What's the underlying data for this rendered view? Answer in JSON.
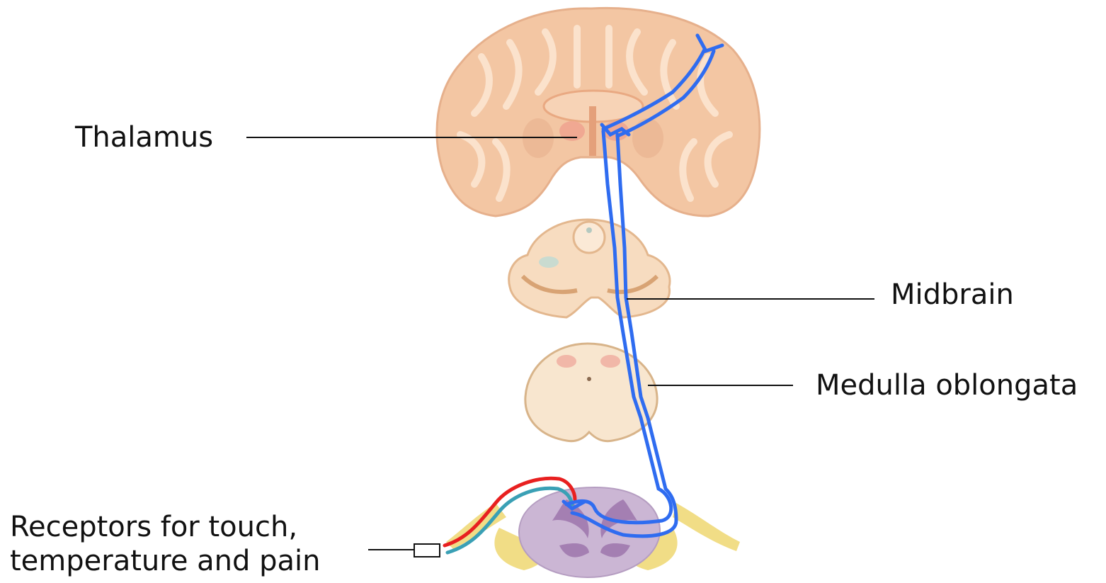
{
  "labels": {
    "thalamus": "Thalamus",
    "midbrain": "Midbrain",
    "medulla": "Medulla oblongata",
    "receptors_line1": "Receptors for touch,",
    "receptors_line2": "temperature and pain"
  },
  "colors": {
    "cerebrum": "#f3c6a3",
    "cerebrum_dark": "#e9a982",
    "brainstem": "#f7dcc0",
    "medulla": "#f8e6cf",
    "spinal_gray": "#b79ac2",
    "spinal_white": "#cbb6d4",
    "nerve_root": "#f1dd86",
    "pathway_blue": "#2f6cf0",
    "sensory_red": "#e82020",
    "sensory_teal": "#3aa0b5",
    "leader_line": "#111111"
  }
}
